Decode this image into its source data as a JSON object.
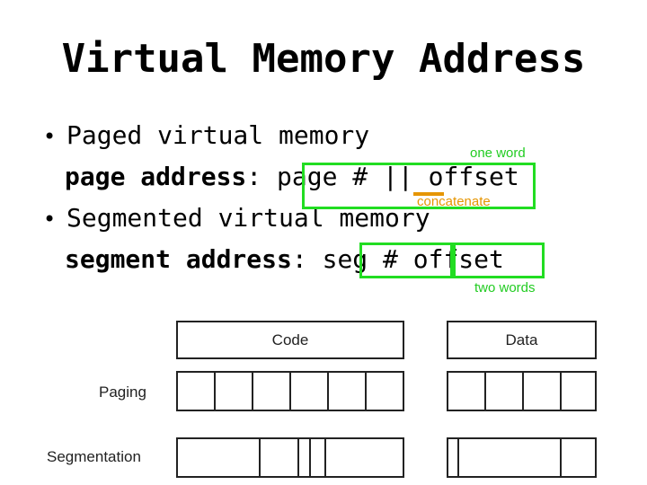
{
  "title": "Virtual Memory Address",
  "bullets": {
    "paged": "Paged virtual memory",
    "page_address_label": "page address",
    "page_address_sep": ": ",
    "page_address_value": "page # || offset",
    "segmented": "Segmented virtual memory",
    "segment_address_label": "segment address",
    "segment_address_sep": ": ",
    "segment_address_value": "seg # offset"
  },
  "annotations": {
    "one_word": "one word",
    "concatenate": "concatenate",
    "two_words": "two words"
  },
  "diagram": {
    "row_labels": {
      "paging": "Paging",
      "segmentation": "Segmentation"
    },
    "code_label": "Code",
    "data_label": "Data"
  },
  "colors": {
    "highlight": "#22dd22",
    "annotation_green": "#22cc22",
    "annotation_orange": "#e69500"
  }
}
